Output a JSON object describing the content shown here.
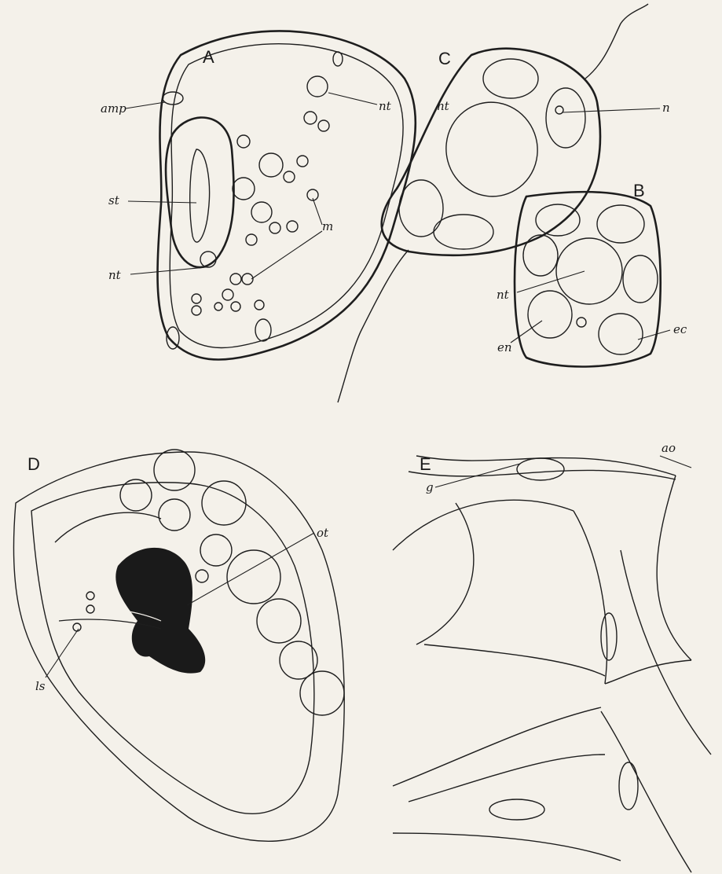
{
  "panels": {
    "A": "A",
    "B": "B",
    "C": "C",
    "D": "D",
    "E": "E"
  },
  "labels": {
    "amp": "amp",
    "st": "st",
    "nt": "nt",
    "m": "m",
    "n": "n",
    "en": "en",
    "ec": "ec",
    "ot": "ot",
    "ls": "ls",
    "g": "g",
    "ao": "ao"
  },
  "colors": {
    "ink": "#1e1e1e",
    "paper": "#f4f1ea",
    "dark_mass": "#1a1a1a"
  }
}
